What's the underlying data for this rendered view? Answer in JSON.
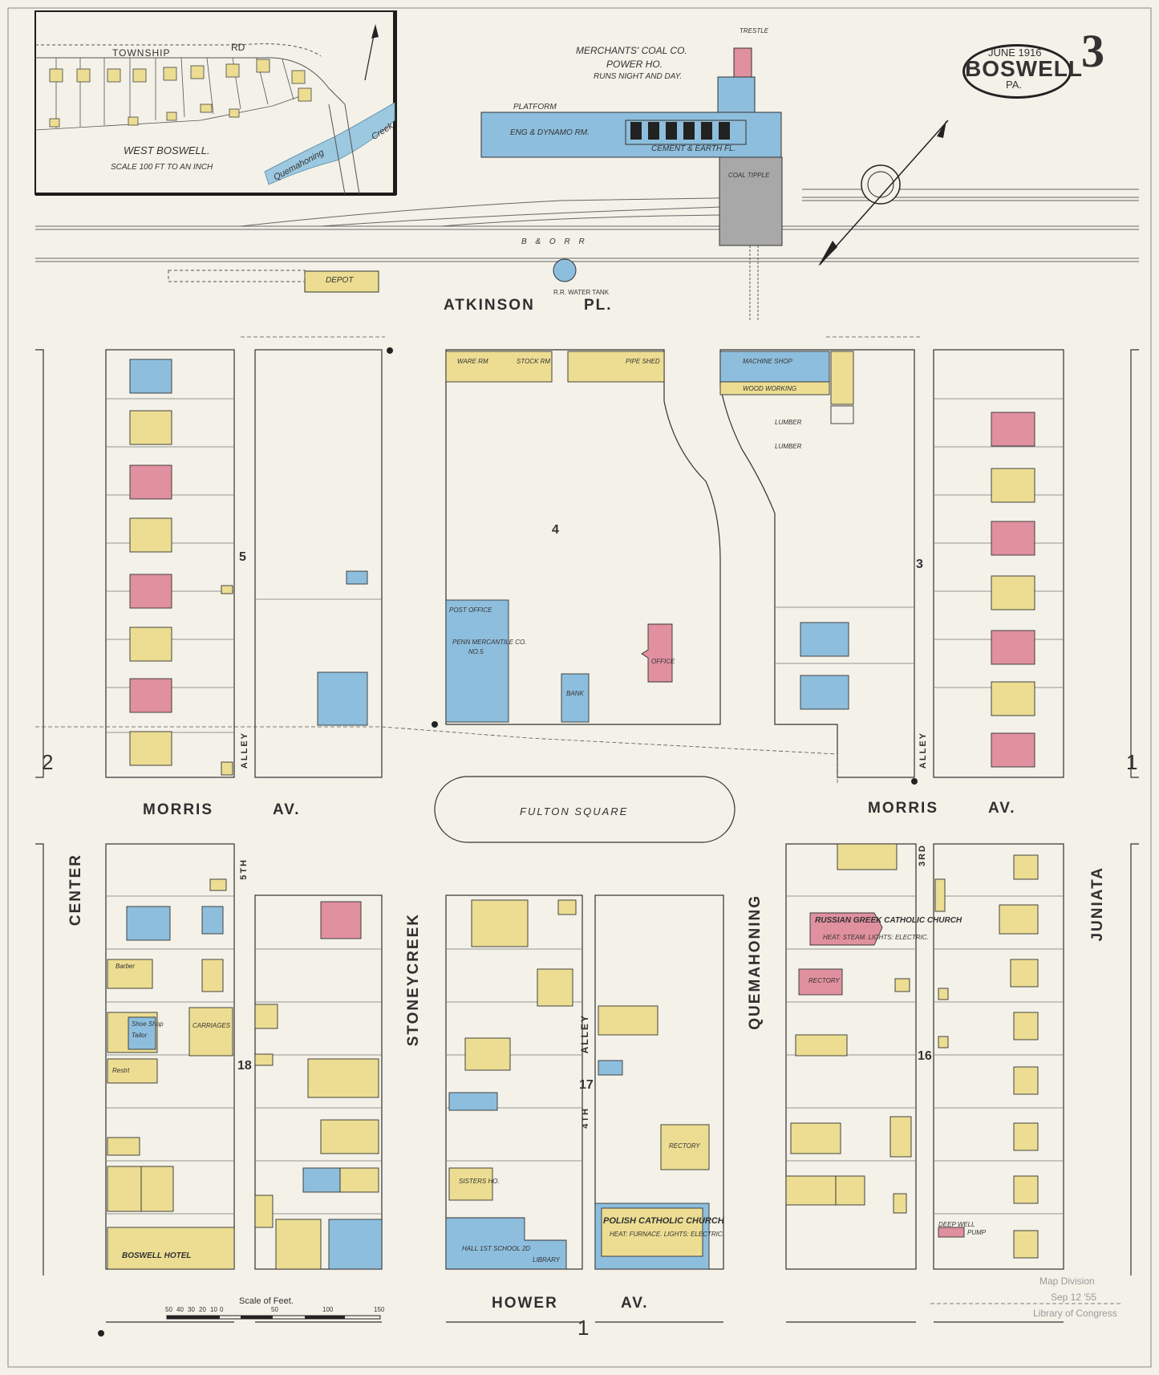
{
  "header": {
    "date": "JUNE 1916",
    "town": "BOSWELL",
    "state": "PA.",
    "sheet_number": "3"
  },
  "inset": {
    "title": "WEST BOSWELL.",
    "scale": "SCALE 100 FT TO AN INCH",
    "road_label": "TOWNSHIP",
    "road_suffix": "RD",
    "creek_label": "Quemahoning",
    "creek_suffix": "Creek"
  },
  "streets": {
    "atkinson": "ATKINSON",
    "atkinson_suffix": "PL.",
    "morris_left": "MORRIS",
    "morris_left_suffix": "AV.",
    "morris_right": "MORRIS",
    "morris_right_suffix": "AV.",
    "hower": "HOWER",
    "hower_suffix": "AV.",
    "center": "CENTER",
    "stoneycreek": "STONEYCREEK",
    "quemahoning": "QUEMAHONING",
    "juniata": "JUNIATA",
    "fulton_square": "FULTON SQUARE",
    "alley_1": "ALLEY",
    "alley_2": "ALLEY",
    "alley_3": "ALLEY",
    "fifth": "5TH",
    "fourth": "4TH",
    "third": "3RD"
  },
  "blocks": {
    "b5": "5",
    "b4": "4",
    "b3": "3",
    "b18": "18",
    "b17": "17",
    "b16": "16",
    "adj_left": "2",
    "adj_right": "1",
    "adj_bottom": "1"
  },
  "labels": {
    "coal_co": "MERCHANTS' COAL CO.",
    "power_ho": "POWER HO.",
    "running": "RUNS NIGHT AND DAY.",
    "eng_dynamo": "ENG & DYNAMO RM.",
    "cement_earth": "CEMENT & EARTH FL.",
    "platform": "PLATFORM",
    "coal_tipple": "COAL TIPPLE",
    "trestle": "TRESTLE",
    "depot": "DEPOT",
    "railroad": "B & O R R",
    "water_tank": "R.R. WATER TANK",
    "ware_rm": "WARE RM",
    "stock_rm": "STOCK RM",
    "pipe_shed": "PIPE SHED",
    "machine_shop": "MACHINE SHOP",
    "wood_working": "WOOD WORKING",
    "lumber1": "LUMBER",
    "lumber2": "LUMBER",
    "post_office": "POST OFFICE",
    "penn_merc": "PENN MERCANTILE CO.",
    "penn_merc_no": "NO.5",
    "bank": "BANK",
    "office": "OFFICE",
    "carriages": "CARRIAGES",
    "barber": "Barber",
    "shoe_shop": "Shoe Shop",
    "tailor": "Tailor",
    "restrt": "Restrt",
    "boswell_hotel": "BOSWELL HOTEL",
    "russian_church": "RUSSIAN GREEK CATHOLIC CHURCH",
    "russian_heat": "HEAT: STEAM. LIGHTS: ELECTRIC.",
    "rectory1": "RECTORY",
    "rectory2": "RECTORY",
    "polish_church": "POLISH CATHOLIC CHURCH",
    "polish_heat": "HEAT: FURNACE. LIGHTS: ELECTRIC.",
    "hall_school": "HALL 1ST SCHOOL 2D",
    "library": "LIBRARY",
    "sisters_ho": "SISTERS HO.",
    "deep_well": "DEEP WELL",
    "pump": "PUMP",
    "scale_of_feet": "Scale of Feet.",
    "map_division": "Map Division",
    "stamp_date": "Sep 12 '55",
    "library_congress": "Library of Congress"
  },
  "scale_ticks": [
    "50",
    "40",
    "30",
    "20",
    "10",
    "0",
    "50",
    "100",
    "150"
  ],
  "colors": {
    "paper": "#f3f1e8",
    "frame": "#1c1c1c",
    "brick": "#e0909e",
    "frame_building": "#ecdd92",
    "stone_blue": "#8ebedd",
    "iron_gray": "#a8a8a8",
    "creek": "#9cc8e0"
  }
}
